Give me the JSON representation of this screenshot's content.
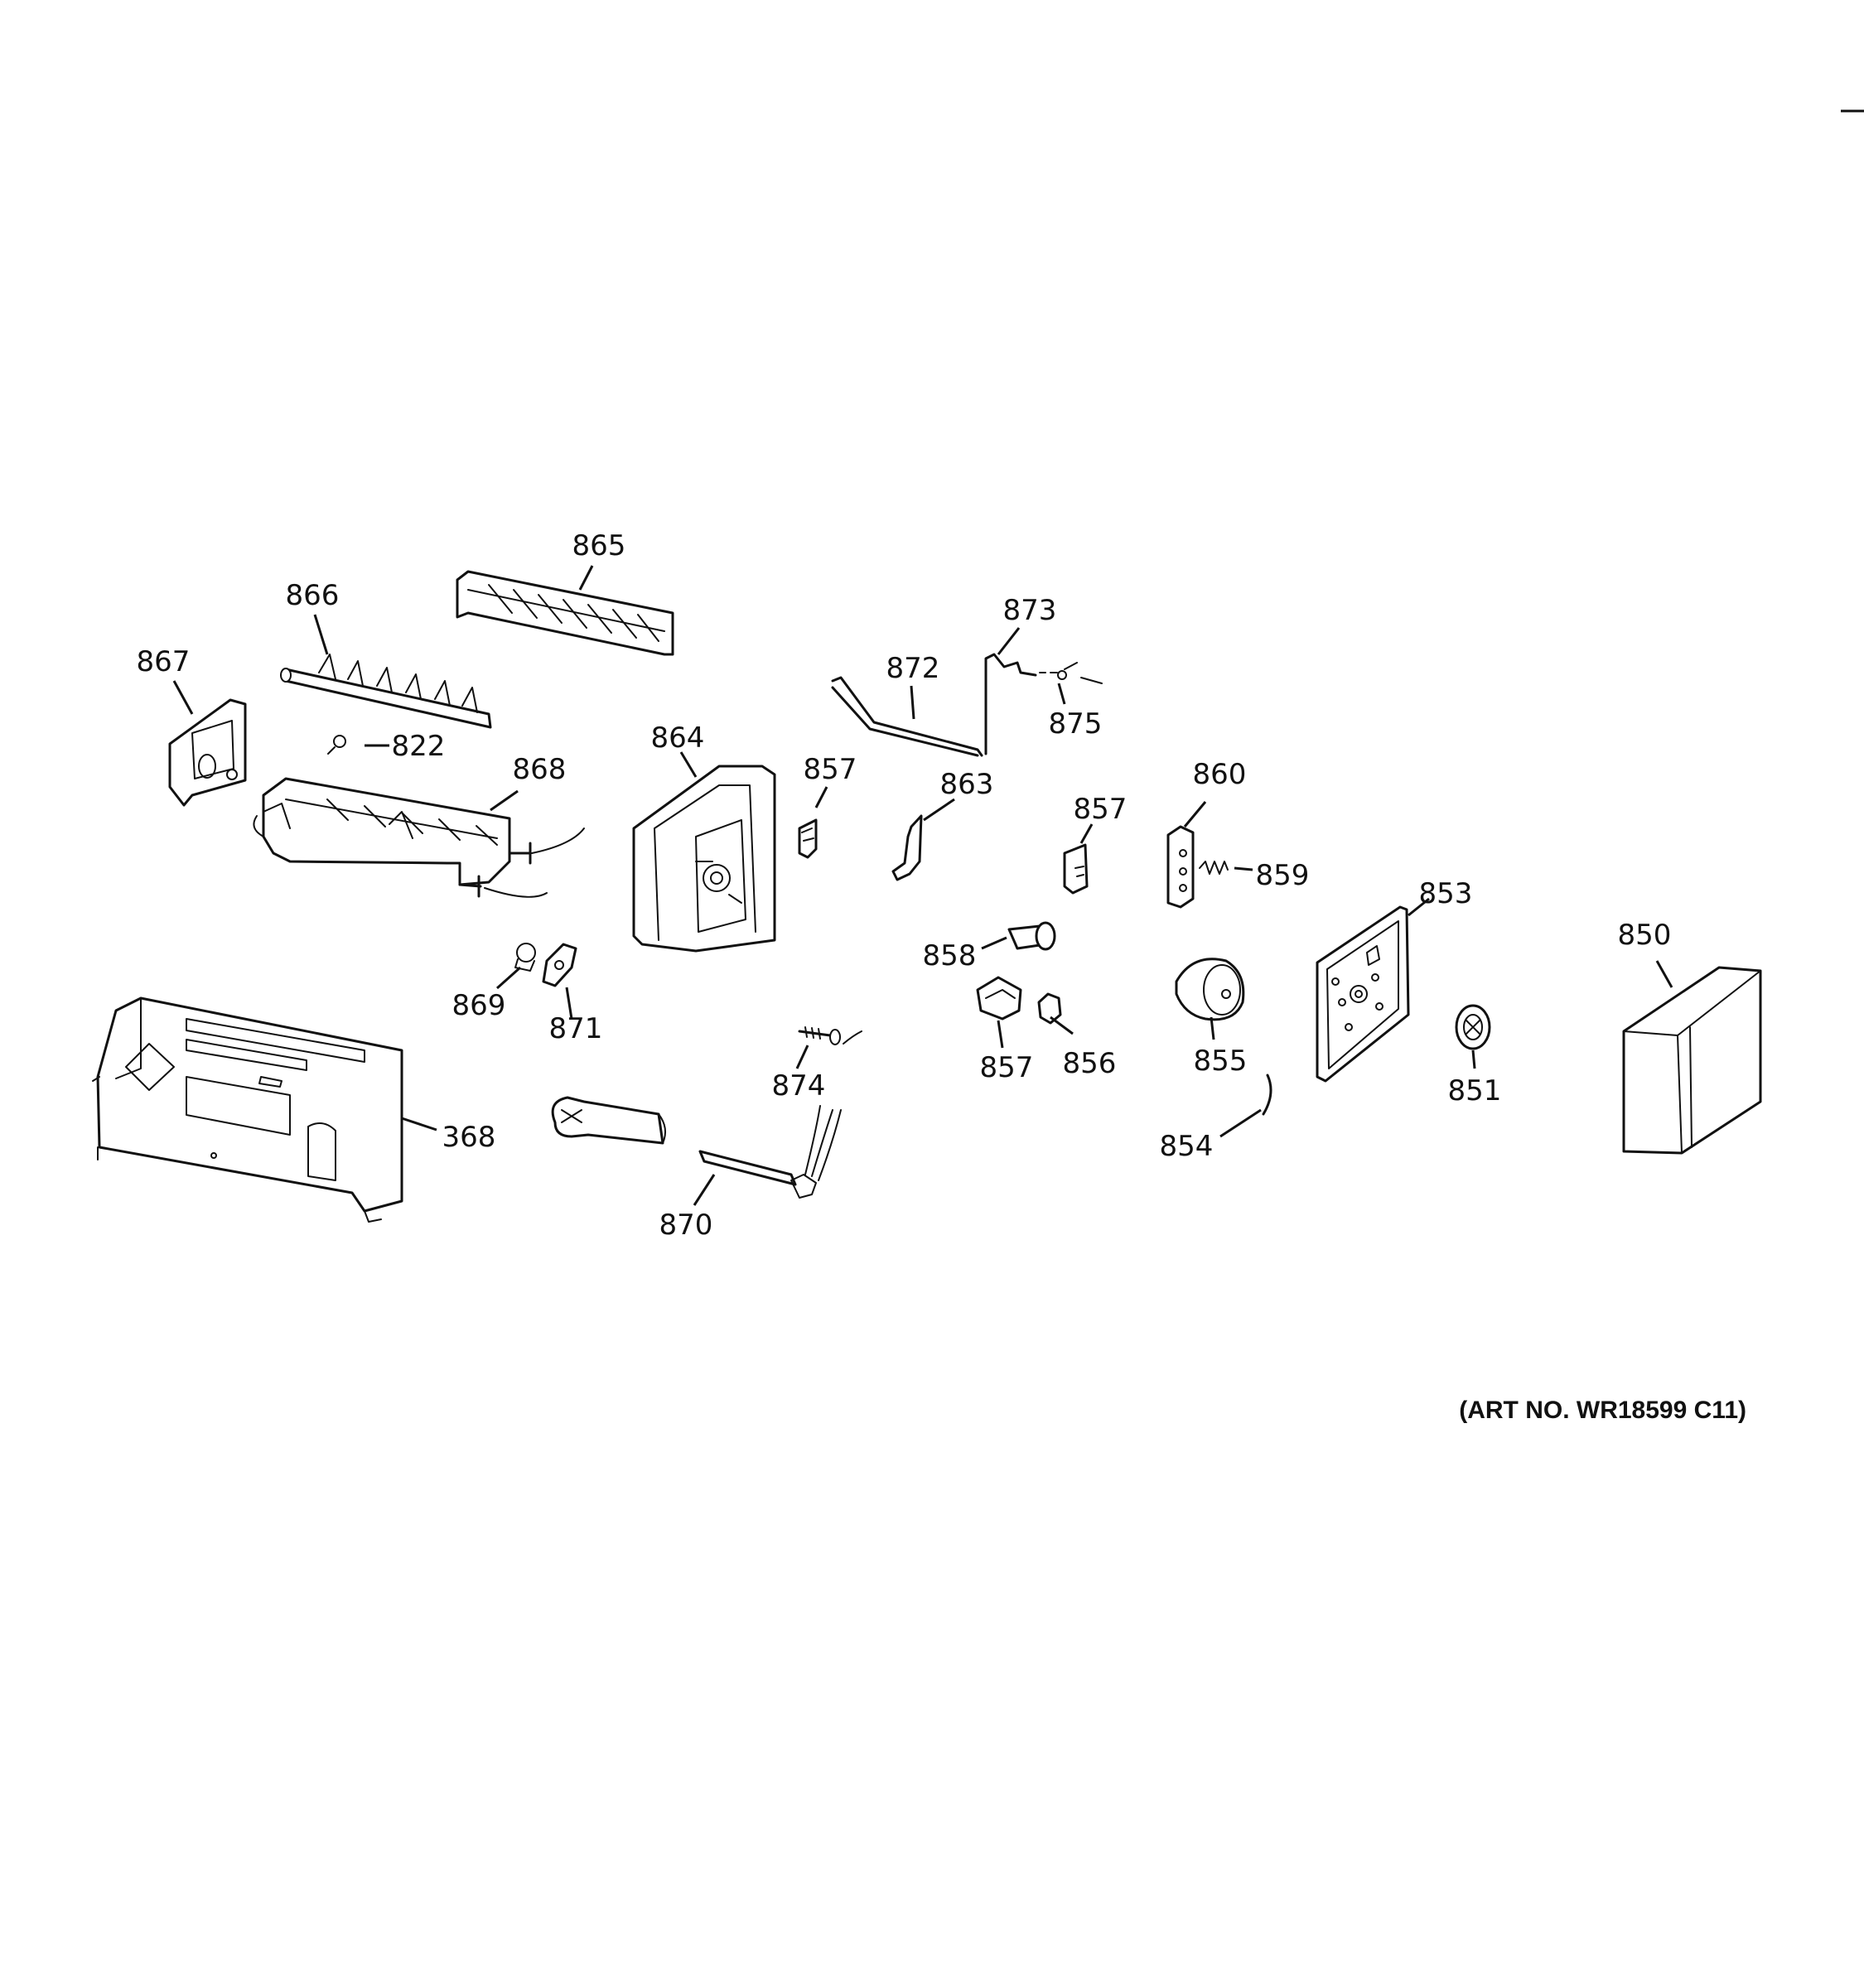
{
  "diagram": {
    "art_number": "(ART NO. WR18599 C11)",
    "callouts": [
      "865",
      "866",
      "867",
      "822",
      "868",
      "864",
      "857",
      "863",
      "872",
      "873",
      "875",
      "857",
      "860",
      "859",
      "858",
      "853",
      "850",
      "869",
      "871",
      "857",
      "856",
      "855",
      "874",
      "368",
      "851",
      "854",
      "870"
    ]
  }
}
